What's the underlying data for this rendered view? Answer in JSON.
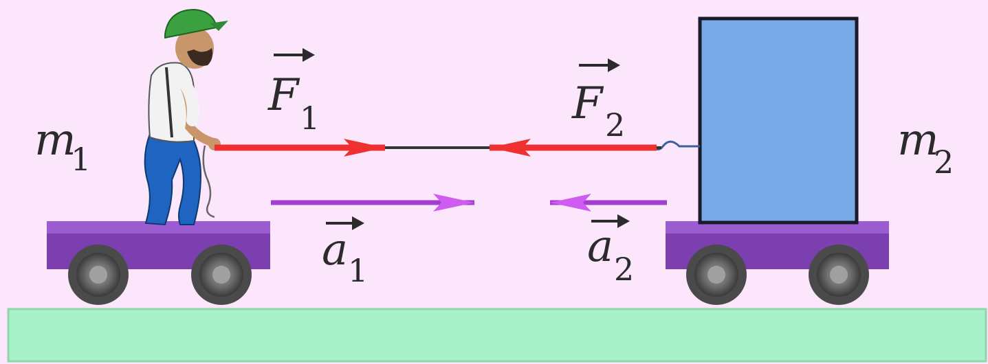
{
  "labels": {
    "m1": "m",
    "m1_sub": "1",
    "m2": "m",
    "m2_sub": "2",
    "F1": "F",
    "F1_sub": "1",
    "F2": "F",
    "F2_sub": "2",
    "a1": "a",
    "a1_sub": "1",
    "a2": "a",
    "a2_sub": "2"
  },
  "colors": {
    "background": "#fbe6fb",
    "ground": "#a8f0c8",
    "cart": "#7b3fb0",
    "box": "#7aa9e8",
    "force_arrow": "#ee3030",
    "acceleration_arrow": "#a23fd0"
  }
}
